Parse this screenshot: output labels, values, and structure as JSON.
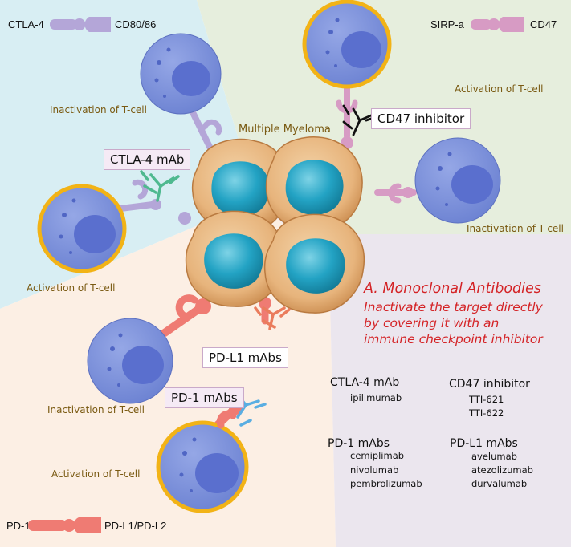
{
  "legend": {
    "ctla4": "CTLA-4",
    "cd80": "CD80/86",
    "sirpa": "SIRP-a",
    "cd47": "CD47",
    "pd1": "PD-1",
    "pdl": "PD-L1/PD-L2"
  },
  "captions": {
    "tl_inactivation": "Inactivation of T-cell",
    "tr_activation": "Activation of T-cell",
    "ml_activation": "Activation of T-cell",
    "mr_inactivation": "Inactivation of T-cell",
    "bl_inactivation": "Inactivation of T-cell",
    "b_activation": "Activation of T-cell",
    "myeloma": "Multiple Myeloma"
  },
  "labels": {
    "ctla4_mab": "CTLA-4 mAb",
    "cd47_inhibitor": "CD47 inhibitor",
    "pdl1_mabs": "PD-L1 mAbs",
    "pd1_mabs": "PD-1 mAbs"
  },
  "title": {
    "heading": "A. Monoclonal Antibodies",
    "line1": "Inactivate the target directly",
    "line2": "by covering it with an",
    "line3": "immune checkpoint inhibitor"
  },
  "drugs": {
    "ctla4": {
      "heading": "CTLA-4 mAb",
      "items": [
        "ipilimumab"
      ]
    },
    "cd47": {
      "heading": "CD47 inhibitor",
      "items": [
        "TTI-621",
        "TTI-622"
      ]
    },
    "pd1": {
      "heading": "PD-1 mAbs",
      "items": [
        "cemiplimab",
        "nivolumab",
        "pembrolizumab"
      ]
    },
    "pdl1": {
      "heading": "PD-L1 mAbs",
      "items": [
        "avelumab",
        "atezolizumab",
        "durvalumab"
      ]
    }
  },
  "colors": {
    "region_blue": "#d8eef3",
    "region_green": "#e6eedd",
    "region_peach": "#fcefe4",
    "region_lavender": "#ebe6ee",
    "tcell": "#7d93de",
    "tcell_ring": "#f2b316",
    "ctla4_purple": "#b4a6d8",
    "sirpa_pink": "#d79bc4",
    "pd1_red": "#ef7b73",
    "ab_green": "#4fb98f",
    "ab_orange": "#ea7c5c",
    "ab_blue": "#5aaee2",
    "title_red": "#d42326"
  }
}
